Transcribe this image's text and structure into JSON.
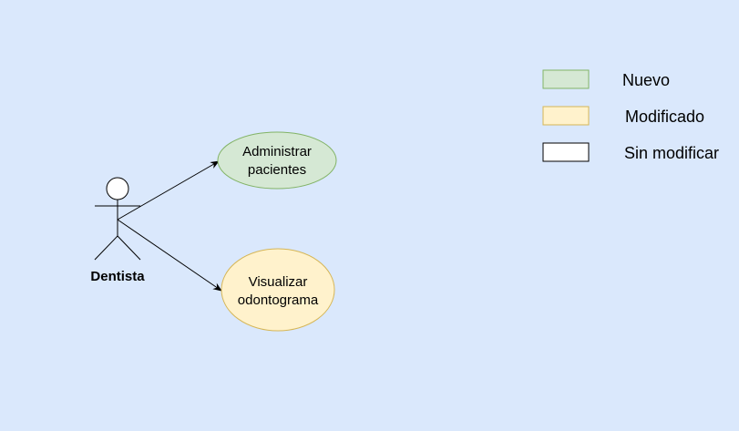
{
  "actor": {
    "label": "Dentista"
  },
  "use_cases": [
    {
      "lines": [
        "Administrar",
        "pacientes"
      ],
      "status": "new"
    },
    {
      "lines": [
        "Visualizar",
        "odontograma"
      ],
      "status": "modified"
    }
  ],
  "legend": [
    {
      "label": "Nuevo",
      "status": "new"
    },
    {
      "label": "Modificado",
      "status": "modified"
    },
    {
      "label": "Sin modificar",
      "status": "unmodified"
    }
  ],
  "colors": {
    "background": "#dae8fc",
    "new_fill": "#d5e8d4",
    "new_stroke": "#82b366",
    "modified_fill": "#fff2cc",
    "modified_stroke": "#d6b656",
    "unmodified_fill": "#ffffff",
    "unmodified_stroke": "#000000"
  }
}
